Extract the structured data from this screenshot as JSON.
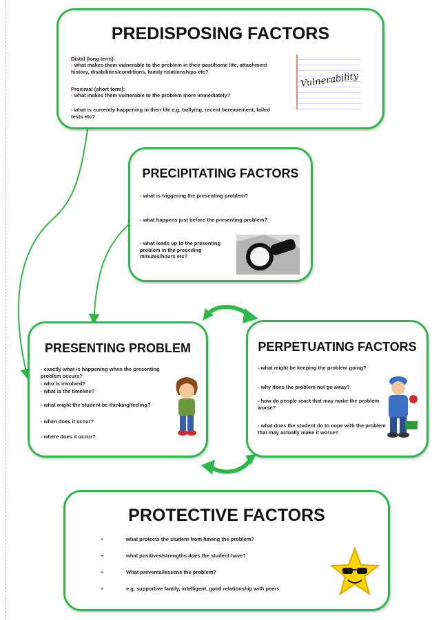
{
  "predisposing": {
    "title": "PREDISPOSING FACTORS",
    "distal_head": "Distal (long term):",
    "distal_body": "- what makes them vulnerable to the problem in their past/home life, attachment history, disabilities/conditions, family relationships etc?",
    "proximal_head": "Proximal (short term):",
    "proximal_body": "- what makes them vulnerable to the problem more immediately?",
    "current": "- what is currently happening in their life e.g. bullying, recent bereavement, failed tests etc?",
    "image_word": "Vulnerability"
  },
  "precipitating": {
    "title": "PRECIPITATING FACTORS",
    "items": [
      "- what is triggering the presenting problem?",
      "- what happens just before the presenting problem?",
      "- what leads up to the presenting problem in the preceding minutes/hours etc?"
    ]
  },
  "presenting": {
    "title": "PRESENTING PROBLEM",
    "items": [
      "- exactly what is happening when the presenting problem occurs?",
      "- who is involved?",
      "- what is the timeline?",
      "- what might the student be thinking/feeling?",
      "- when does it occur?",
      "- where does it occur?"
    ]
  },
  "perpetuating": {
    "title": "PERPETUATING FACTORS",
    "items": [
      "- what might be keeping the problem going?",
      "- why does the problem not go away?",
      "- how do people react that may make the problem worse?",
      "- what does the student do to cope with the problem that may actually make it worse?"
    ]
  },
  "protective": {
    "title": "PROTECTIVE FACTORS",
    "bullet": "•",
    "items": [
      "what protects the student from having the problem?",
      "what positives/strengths does the student have?",
      "What prevents/lessens the problem?",
      "e.g. supportive family, intelligent, good relationship with peers"
    ]
  },
  "colors": {
    "box_border": "#2db84a",
    "arrow": "#2db84a",
    "text": "#111111"
  }
}
